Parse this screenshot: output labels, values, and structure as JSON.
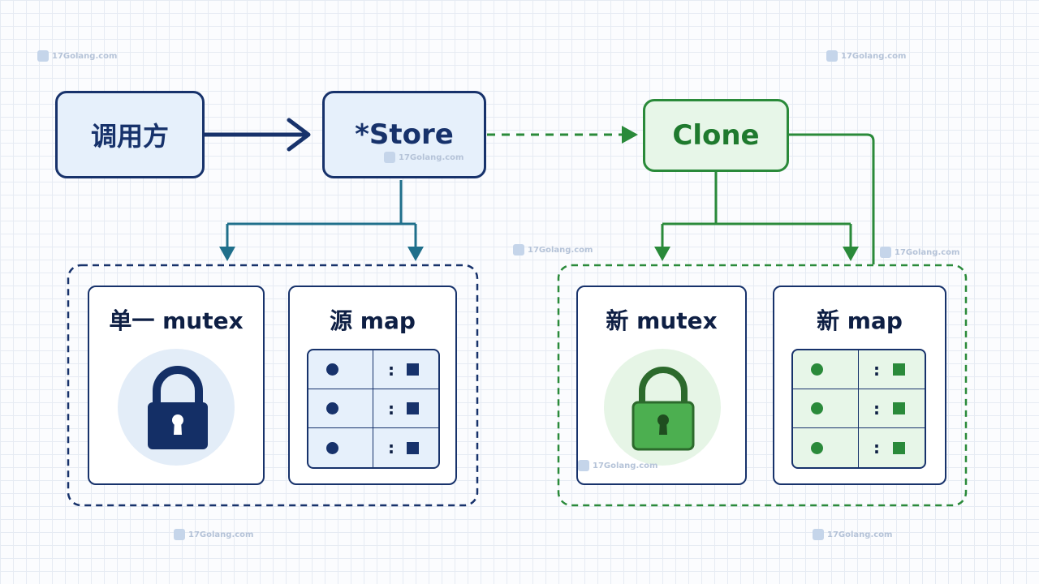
{
  "nodes": {
    "caller": "调用方",
    "store": "*Store",
    "clone": "Clone"
  },
  "source_group": {
    "mutex_title": "单一 mutex",
    "map_title": "源 map"
  },
  "clone_group": {
    "mutex_title": "新 mutex",
    "map_title": "新 map"
  },
  "watermark": "17Golang.com",
  "colors": {
    "blue_dark": "#17326b",
    "blue_fill": "#e6f0fb",
    "teal_arrow": "#1f6f8b",
    "green_dark": "#2a8a3a",
    "green_fill": "#e7f6e8",
    "green_lock": "#4caf50"
  },
  "icons": [
    "lock-icon",
    "map-table-icon",
    "arrow-icon"
  ]
}
